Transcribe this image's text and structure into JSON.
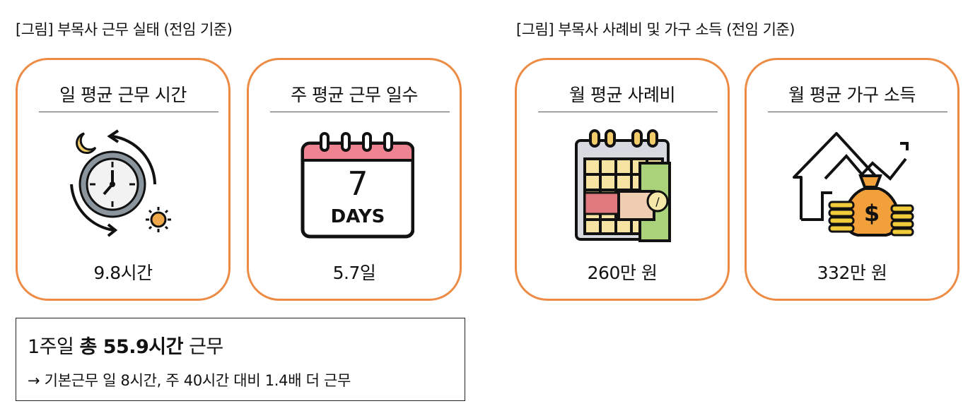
{
  "sections": [
    {
      "title": "[그림] 부목사 근무 실태 (전임 기준)"
    },
    {
      "title": "[그림] 부목사 사례비 및 가구 소득 (전임 기준)"
    }
  ],
  "cards": [
    {
      "title": "일 평균 근무 시간",
      "value": "9.8시간",
      "icon": "clock-day-night-icon"
    },
    {
      "title": "주 평균 근무 일수",
      "value": "5.7일",
      "icon": "calendar-7-days-icon",
      "icon_text": [
        "7",
        "DAYS"
      ]
    },
    {
      "title": "월 평균 사례비",
      "value": "260만 원",
      "icon": "calendar-salary-icon"
    },
    {
      "title": "월 평균 가구 소득",
      "value": "332만 원",
      "icon": "house-money-bag-icon"
    }
  ],
  "summary": {
    "line1_prefix": "1주일 ",
    "line1_bold": "총 55.9시간",
    "line1_suffix": " 근무",
    "line2": "→ 기본근무 일 8시간, 주 40시간 대비 1.4배 더 근무"
  },
  "colors": {
    "card_border": "#ED8B45"
  }
}
